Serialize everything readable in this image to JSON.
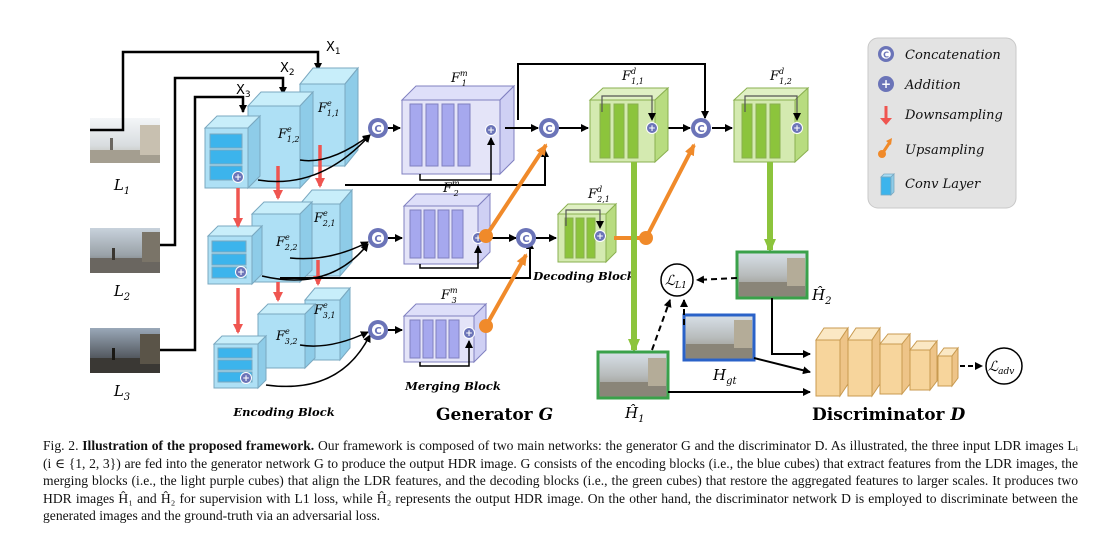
{
  "inputs": [
    {
      "label": "L",
      "sub": "1"
    },
    {
      "label": "L",
      "sub": "2"
    },
    {
      "label": "L",
      "sub": "3"
    }
  ],
  "x_labels": [
    {
      "label": "X",
      "sub": "1"
    },
    {
      "label": "X",
      "sub": "2"
    },
    {
      "label": "X",
      "sub": "3"
    }
  ],
  "encoding_features": [
    {
      "base": "F",
      "sup": "e",
      "sub": "1,1"
    },
    {
      "base": "F",
      "sup": "e",
      "sub": "1,2"
    },
    {
      "base": "F",
      "sup": "e",
      "sub": "2,1"
    },
    {
      "base": "F",
      "sup": "e",
      "sub": "2,2"
    },
    {
      "base": "F",
      "sup": "e",
      "sub": "3,1"
    },
    {
      "base": "F",
      "sup": "e",
      "sub": "3,2"
    }
  ],
  "merging_features": [
    {
      "base": "F",
      "sup": "m",
      "sub": "1"
    },
    {
      "base": "F",
      "sup": "m",
      "sub": "2"
    },
    {
      "base": "F",
      "sup": "m",
      "sub": "3"
    }
  ],
  "decoding_features": [
    {
      "base": "F",
      "sup": "d",
      "sub": "1,1"
    },
    {
      "base": "F",
      "sup": "d",
      "sub": "1,2"
    },
    {
      "base": "F",
      "sup": "d",
      "sub": "2,1"
    }
  ],
  "block_labels": {
    "encoding": "Encoding Block",
    "merging": "Merging Block",
    "decoding": "Decoding Block"
  },
  "generator_title": {
    "text": "Generator",
    "symbol": "G"
  },
  "discriminator_title": {
    "text": "Discriminator",
    "symbol": "D"
  },
  "outputs": {
    "h1": {
      "base": "Ĥ",
      "sub": "1"
    },
    "h2": {
      "base": "Ĥ",
      "sub": "2"
    },
    "hgt": {
      "base": "H",
      "sub": "gt"
    }
  },
  "losses": {
    "l1": {
      "base": "ℒ",
      "sub": "L1"
    },
    "adv": {
      "base": "ℒ",
      "sub": "adv"
    }
  },
  "legend": [
    {
      "icon": "concatenation-icon",
      "label": "Concatenation"
    },
    {
      "icon": "addition-icon",
      "label": "Addition"
    },
    {
      "icon": "downsampling-icon",
      "label": "Downsampling"
    },
    {
      "icon": "upsampling-icon",
      "label": "Upsampling"
    },
    {
      "icon": "conv-layer-icon",
      "label": "Conv Layer"
    }
  ],
  "glyphs": {
    "concat": "C",
    "add": "+"
  },
  "colors": {
    "encoding": "#aee0f5",
    "conv": "#3cb4ec",
    "merging": "#b7b8f4",
    "decoding": "#c9e79b",
    "decoding_dark": "#7fb22e",
    "discriminator": "#f7d59c",
    "down_arrow": "#ef5550",
    "up_arrow": "#f08a2a",
    "green_arrow": "#8cc43c",
    "legend_bg": "#e3e3e3",
    "op_circle": "#6b74b8",
    "border_pred": "#3aa14a",
    "border_gt": "#2a62c8"
  },
  "caption": {
    "fig_label": "Fig. 2.",
    "bold": "Illustration of the proposed framework.",
    "text": " Our framework is composed of two main networks: the generator G and the discriminator D. As illustrated, the three input LDR images Lᵢ (i ∈ {1, 2, 3}) are fed into the generator network G to produce the output HDR image. G consists of the encoding blocks (i.e., the blue cubes) that extract features from the LDR images, the merging blocks (i.e., the light purple cubes) that align the LDR features, and the decoding blocks (i.e., the green cubes) that restore the aggregated features to larger scales. It produces two HDR images Ĥ₁ and Ĥ₂ for supervision with L1 loss, while Ĥ₂ represents the output HDR image. On the other hand, the discriminator network D is employed to discriminate between the generated images and the ground-truth via an adversarial loss."
  }
}
